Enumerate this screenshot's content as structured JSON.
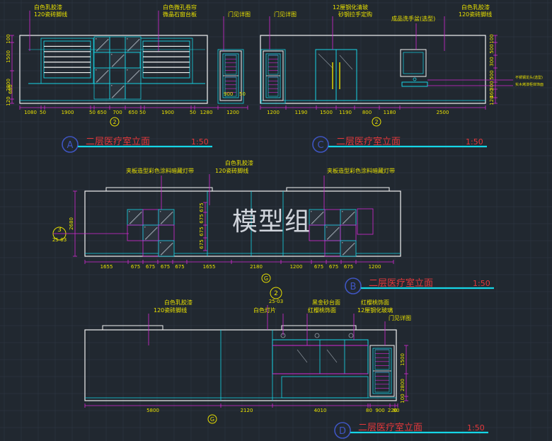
{
  "watermark": "模型组",
  "colors": {
    "background": "#212830",
    "grid": "#2c3540",
    "wall": "#f3f3f3",
    "cyan": "#16d5e6",
    "magenta": "#d42ad4",
    "yellow": "#e8e000",
    "title_red": "#e5383b",
    "badge_blue": "#3f55c2"
  },
  "elevations": {
    "A": {
      "letter": "A",
      "title": "二层医疗室立面",
      "scale": "1:50",
      "axis_tag": "2",
      "notes": [
        "白色乳胶漆",
        "120瓷砖脚线",
        "白色微孔卷帘",
        "微晶石窗台板",
        "门见详图"
      ],
      "height_dims": [
        "100",
        "1500",
        "2800",
        "120",
        "680",
        "100"
      ],
      "width_dims": [
        "1080",
        "50",
        "1900",
        "50",
        "650",
        "700",
        "650",
        "50",
        "1900",
        "50",
        "1280",
        "1200"
      ],
      "door_dims": [
        "900",
        "50"
      ]
    },
    "C": {
      "letter": "C",
      "title": "二层医疗室立面",
      "scale": "1:50",
      "axis_tag": "2",
      "notes": [
        "门见详图",
        "12厘钢化清玻",
        "砂钢拉手定购",
        "成品洗手盆(选型)",
        "白色乳胶漆",
        "120瓷砖脚线"
      ],
      "height_dims": [
        "100",
        "500",
        "300",
        "500",
        "300",
        "460",
        "120"
      ],
      "width_dims": [
        "1200",
        "1190",
        "1500",
        "1190",
        "800",
        "1180",
        "2500"
      ],
      "side_labels": [
        "不锈钢龙头(选型)",
        "实木烤漆柜体饰面"
      ]
    },
    "B": {
      "letter": "B",
      "title": "二层医疗室立面",
      "scale": "1:50",
      "axis_tag": "G",
      "section_num": "3",
      "section_ref": "25-03",
      "notes": [
        "夹板造型彩色涂料暗藏灯带",
        "白色乳胶漆",
        "120瓷砖脚线",
        "夹板造型彩色涂料暗藏灯带"
      ],
      "height_dims": [
        "2680",
        "675",
        "675",
        "675",
        "675"
      ],
      "width_dims": [
        "1655",
        "675",
        "675",
        "675",
        "675",
        "1655",
        "2180",
        "1200",
        "675",
        "675",
        "675",
        "1200"
      ]
    },
    "D": {
      "letter": "D",
      "title": "二层医疗室立面",
      "scale": "1:50",
      "axis_tag": "G",
      "section_num": "2",
      "section_ref": "25-03",
      "notes": [
        "白色乳胶漆",
        "120瓷砖脚线",
        "白色灯片",
        "黑金砂台面",
        "红樱桃饰面",
        "红樱桃饰面",
        "12厘钢化玻璃",
        "门见详图"
      ],
      "height_dims": [
        "1500",
        "2800",
        "100"
      ],
      "width_dims": [
        "5800",
        "2120",
        "4010",
        "80",
        "900",
        "220",
        "80"
      ]
    }
  }
}
